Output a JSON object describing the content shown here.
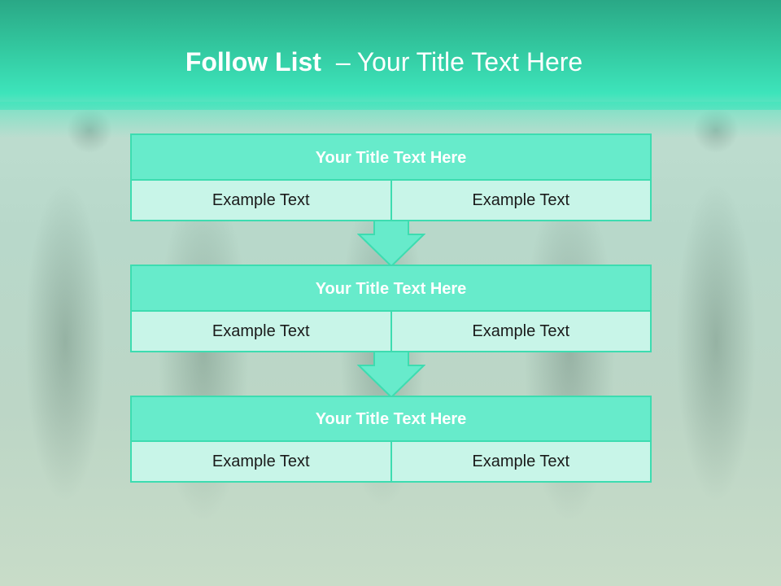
{
  "slide": {
    "title_bold": "Follow List",
    "title_separator": "–",
    "title_rest": "Your Title Text Here"
  },
  "blocks": [
    {
      "title": "Your Title Text Here",
      "left": "Example Text",
      "right": "Example Text"
    },
    {
      "title": "Your Title Text Here",
      "left": "Example Text",
      "right": "Example Text"
    },
    {
      "title": "Your Title Text Here",
      "left": "Example Text",
      "right": "Example Text"
    }
  ],
  "colors": {
    "accent": "#3de4bb",
    "block_header": "#67ebcb",
    "block_body": "#c8f5e8",
    "border": "#3ddcb0"
  },
  "icons": [
    "down-arrow-icon",
    "down-arrow-icon"
  ]
}
